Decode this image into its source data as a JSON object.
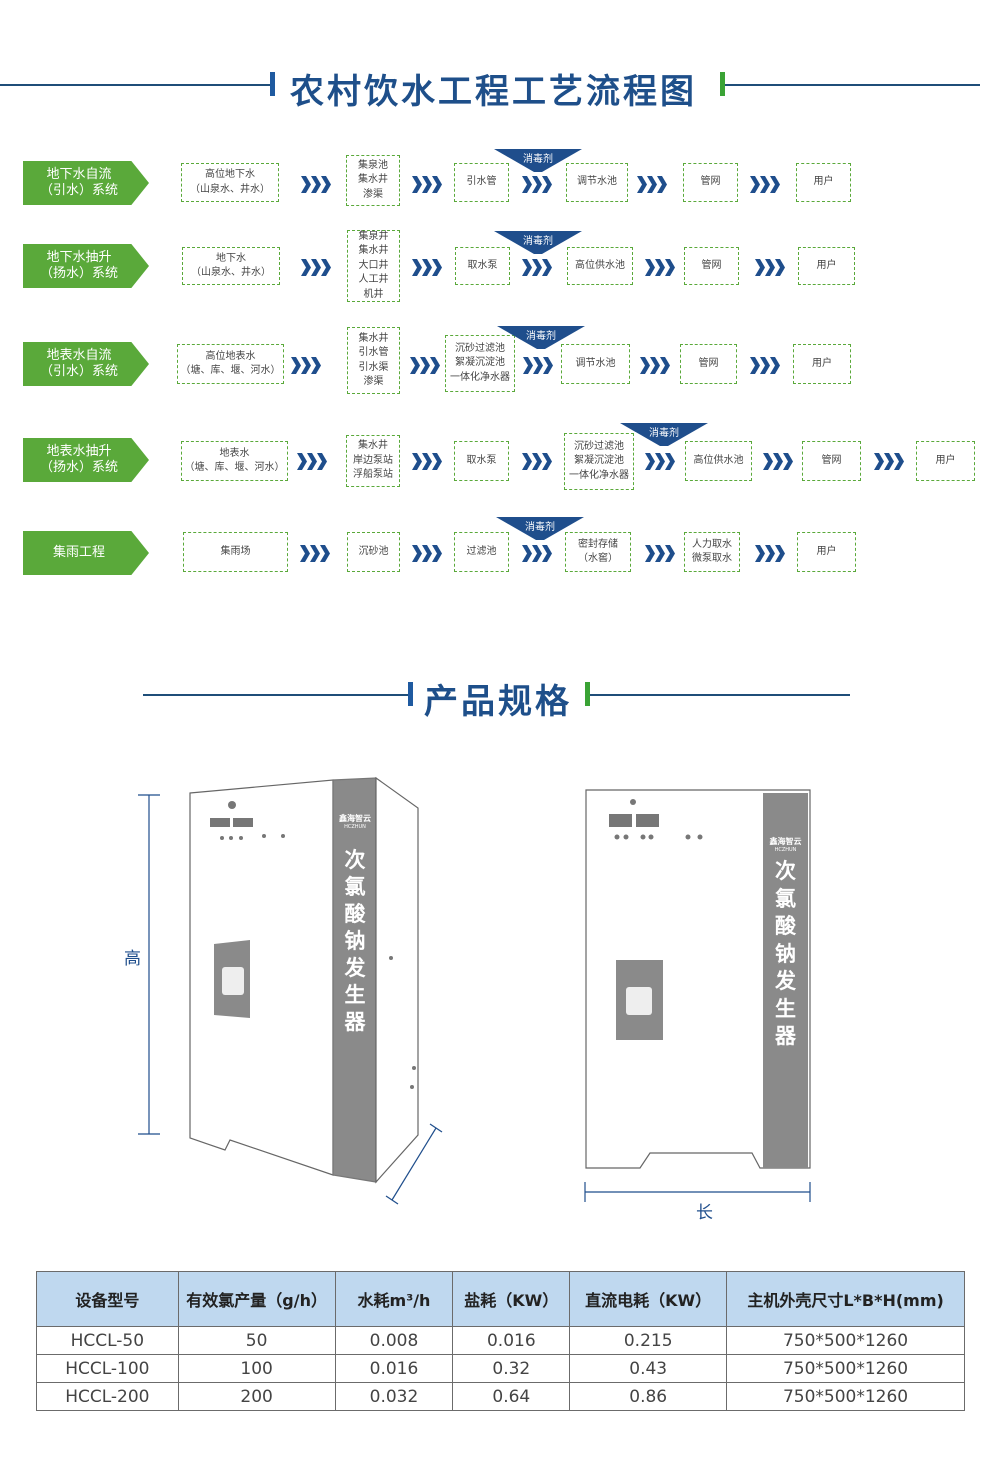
{
  "section1_title": "农村饮水工程工艺流程图",
  "section2_title": "产品规格",
  "disinfectant_label": "消毒剂",
  "flows": [
    {
      "label_line1": "地下水自流",
      "label_line2": "（引水）系统",
      "boxes": [
        [
          "高位地下水",
          "（山泉水、井水）"
        ],
        [
          "集泉池",
          "集水井",
          "渗渠"
        ],
        [
          "引水管"
        ],
        [
          "调节水池"
        ],
        [
          "管网"
        ],
        [
          "用户"
        ]
      ]
    },
    {
      "label_line1": "地下水抽升",
      "label_line2": "（扬水）系统",
      "boxes": [
        [
          "地下水",
          "（山泉水、井水）"
        ],
        [
          "集泉井",
          "集水井",
          "大口井",
          "人工井",
          "机井"
        ],
        [
          "取水泵"
        ],
        [
          "高位供水池"
        ],
        [
          "管网"
        ],
        [
          "用户"
        ]
      ]
    },
    {
      "label_line1": "地表水自流",
      "label_line2": "（引水）系统",
      "boxes": [
        [
          "高位地表水",
          "（塘、库、堰、河水）"
        ],
        [
          "集水井",
          "引水管",
          "引水渠",
          "渗渠"
        ],
        [
          "沉砂过滤池",
          "絮凝沉淀池",
          "一体化净水器"
        ],
        [
          "调节水池"
        ],
        [
          "管网"
        ],
        [
          "用户"
        ]
      ]
    },
    {
      "label_line1": "地表水抽升",
      "label_line2": "（扬水）系统",
      "boxes": [
        [
          "地表水",
          "（塘、库、堰、河水）"
        ],
        [
          "集水井",
          "岸边泵站",
          "浮船泵站"
        ],
        [
          "取水泵"
        ],
        [
          "沉砂过滤池",
          "絮凝沉淀池",
          "一体化净水器"
        ],
        [
          "高位供水池"
        ],
        [
          "管网"
        ],
        [
          "用户"
        ]
      ]
    },
    {
      "label_line1": "集雨工程",
      "label_line2": "",
      "boxes": [
        [
          "集雨场"
        ],
        [
          "沉砂池"
        ],
        [
          "过滤池"
        ],
        [
          "密封存储",
          "（水窖）"
        ],
        [
          "人力取水",
          "微泵取水"
        ],
        [
          "用户"
        ]
      ]
    }
  ],
  "product": {
    "brand": "鑫海智云",
    "brand_en": "HCZHUN",
    "name_chars": [
      "次",
      "氯",
      "酸",
      "钠",
      "发",
      "生",
      "器"
    ],
    "dim_height": "高",
    "dim_length": "长"
  },
  "table": {
    "headers": [
      "设备型号",
      "有效氯产量（g/h）",
      "水耗m³/h",
      "盐耗（KW）",
      "直流电耗（KW）",
      "主机外壳尺寸L*B*H(mm)"
    ],
    "rows": [
      [
        "HCCL-50",
        "50",
        "0.008",
        "0.016",
        "0.215",
        "750*500*1260"
      ],
      [
        "HCCL-100",
        "100",
        "0.016",
        "0.32",
        "0.43",
        "750*500*1260"
      ],
      [
        "HCCL-200",
        "200",
        "0.032",
        "0.64",
        "0.86",
        "750*500*1260"
      ]
    ]
  },
  "colors": {
    "title_blue": "#1e4f8a",
    "flow_green": "#5aa93a",
    "arrow_blue": "#1f4e8c",
    "table_header": "#bfd8ef",
    "machine_band": "#8a8a8a"
  }
}
